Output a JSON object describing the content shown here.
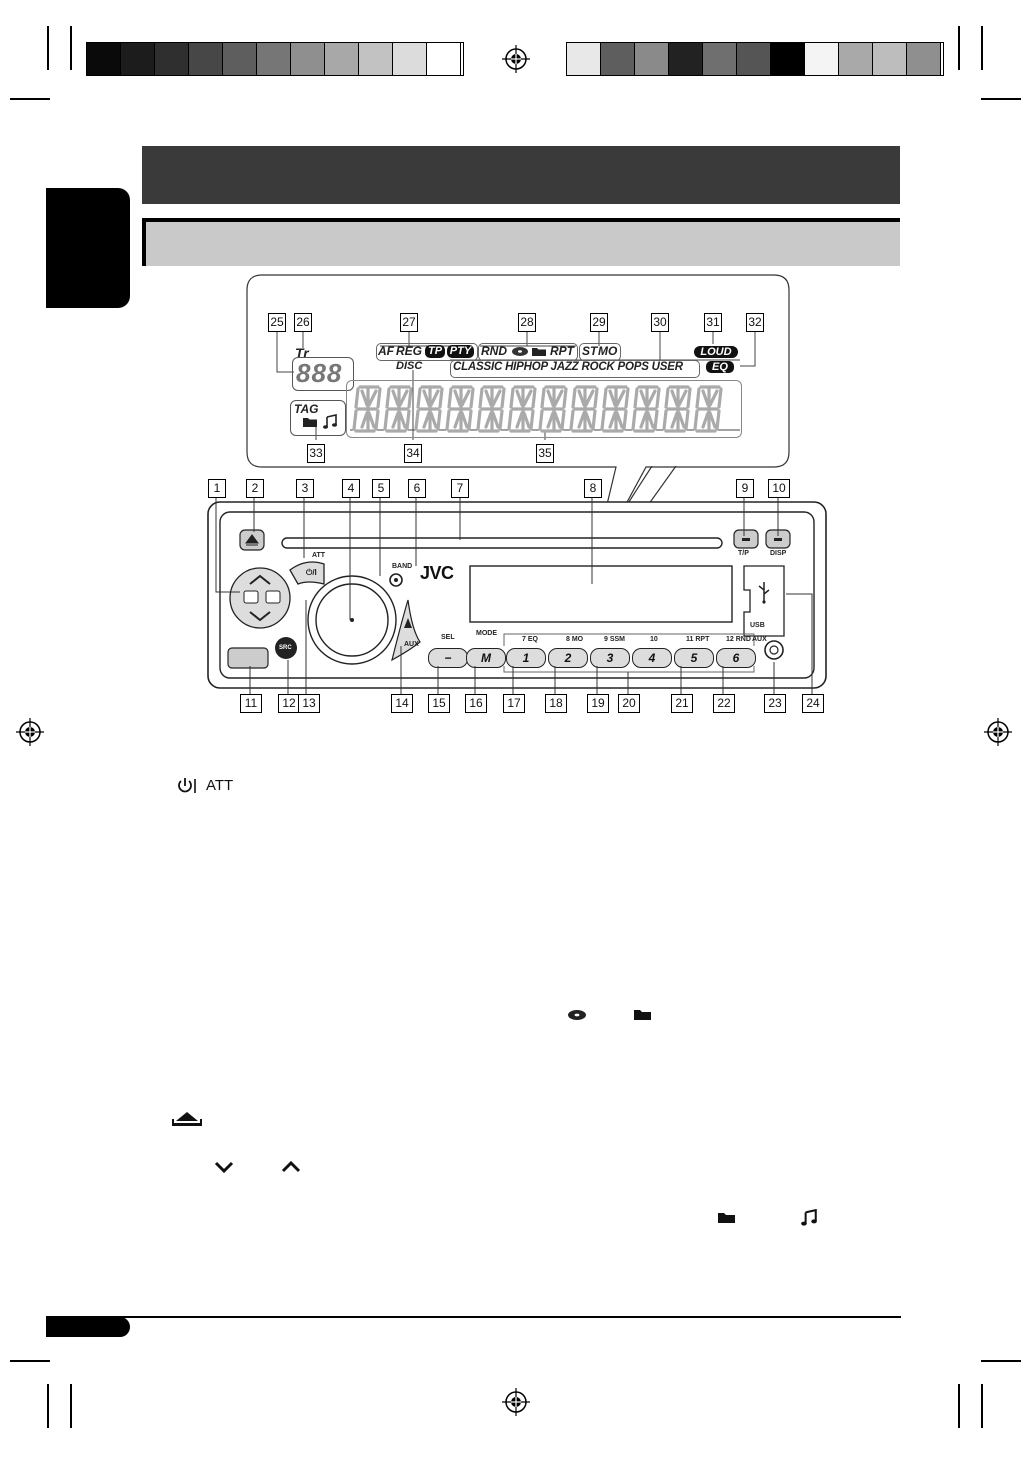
{
  "page": {
    "bar_left_colors": [
      "#0a0a0a",
      "#1c1c1c",
      "#2f2f2f",
      "#474747",
      "#5e5e5e",
      "#767676",
      "#8f8f8f",
      "#a8a8a8",
      "#c2c2c2",
      "#dcdcdc",
      "#ffffff"
    ],
    "bar_right_colors": [
      "#e8e8e8",
      "#5e5e5e",
      "#8a8a8a",
      "#222222",
      "#6f6f6f",
      "#555555",
      "#000000",
      "#f4f4f4",
      "#a9a9a9",
      "#bdbdbd",
      "#8f8f8f"
    ],
    "accent_dark": "#3a3a3a",
    "accent_light": "#c9c9c9"
  },
  "lcd": {
    "labels": {
      "tr": "Tr",
      "digits": "888",
      "af": "AF",
      "reg": "REG",
      "tp": "TP",
      "pty": "PTY",
      "rnd": "RND",
      "rpt": "RPT",
      "st": "ST",
      "mo": "MO",
      "loud": "LOUD",
      "eq": "EQ",
      "disc": "DISC",
      "tag": "TAG",
      "eq_modes": "CLASSIC HIPHOP JAZZ ROCK POPS USER"
    },
    "callouts": [
      "25",
      "26",
      "27",
      "28",
      "29",
      "30",
      "31",
      "32",
      "33",
      "34",
      "35"
    ],
    "icons": [
      "disc-icon",
      "folder-icon",
      "music-note-icon"
    ]
  },
  "unit": {
    "callouts_top": [
      "1",
      "2",
      "3",
      "4",
      "5",
      "6",
      "7",
      "8",
      "9",
      "10"
    ],
    "callouts_bottom": [
      "11",
      "12",
      "13",
      "14",
      "15",
      "16",
      "17",
      "18",
      "19",
      "20",
      "21",
      "22",
      "23",
      "24"
    ],
    "labels": {
      "att": "ATT",
      "power": "⏻/I",
      "band": "BAND",
      "brand": "JVC",
      "tp": "T/P",
      "disp": "DISP",
      "usb": "USB",
      "sel": "SEL",
      "mode": "MODE",
      "aux": "AUX",
      "aux_jack": "AUX",
      "src": "SRC",
      "minus": "−",
      "m": "M"
    },
    "preset_top_labels": [
      "7  EQ",
      "8  MO",
      "9  SSM",
      "10",
      "11  RPT",
      "12  RND"
    ],
    "presets": [
      "1",
      "2",
      "3",
      "4",
      "5",
      "6"
    ]
  },
  "body": {
    "power_att": "ATT"
  }
}
